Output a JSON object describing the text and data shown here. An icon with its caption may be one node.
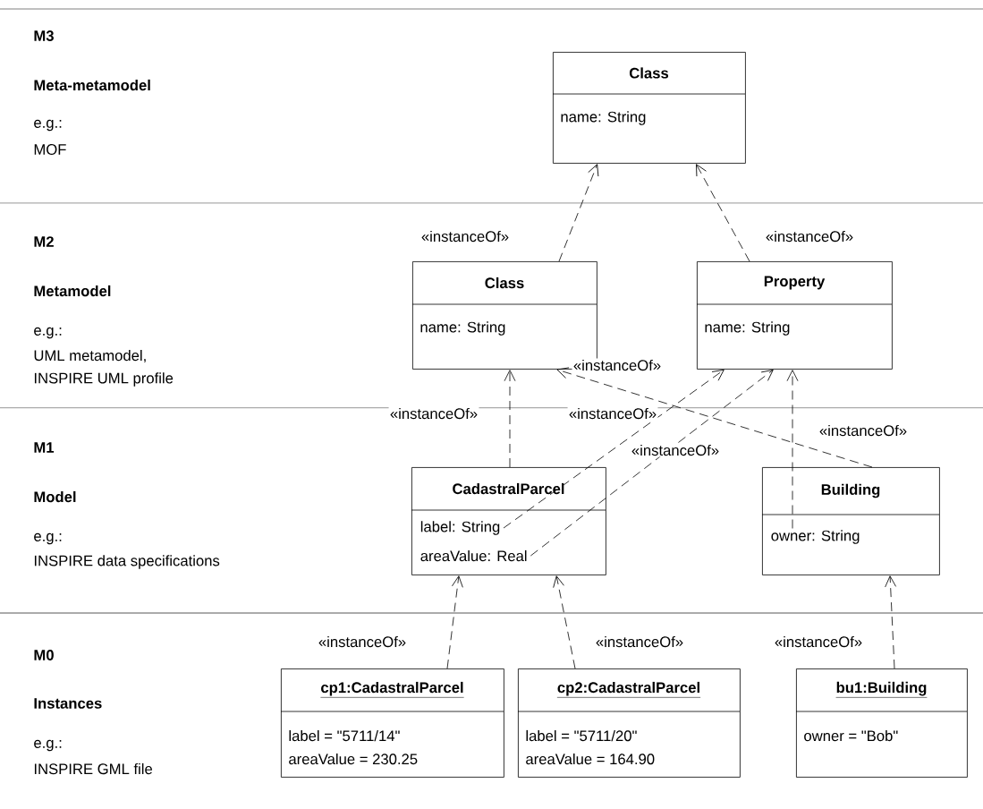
{
  "diagram": {
    "nodes": [
      {
        "text": [
          "Class",
          "name: String"
        ]
      },
      {
        "text": [
          "Class",
          "name: String"
        ]
      },
      {
        "text": [
          "Property",
          "name: String"
        ]
      },
      {
        "text": [
          "CadastralParcel"
        ]
      },
      {
        "text": [
          "label: String"
        ],
        "in": 3
      },
      {
        "text": [
          "areaValue: Real"
        ],
        "in": 3
      },
      {
        "text": [
          "Building"
        ]
      },
      {
        "text": [
          "owner: String"
        ],
        "in": 6
      },
      {
        "text": [
          "cp1:CadastralParcel",
          "label = \"5711/14\"",
          "areaValue = 230.25"
        ]
      },
      {
        "text": [
          "cp2:CadastralParcel",
          "label = \"5711/20\"",
          "areaValue = 164.90"
        ]
      },
      {
        "text": [
          "bu1:Building",
          "owner = \"Bob\""
        ]
      }
    ],
    "edges": [
      {
        "from": 1,
        "to": 0,
        "arrow": "to",
        "style": "dashed",
        "label": "«instanceOf»"
      },
      {
        "from": 2,
        "to": 0,
        "arrow": "to",
        "style": "dashed",
        "label": "«instanceOf»"
      },
      {
        "from": 3,
        "to": 1,
        "arrow": "to",
        "style": "dashed",
        "label": "«instanceOf»"
      },
      {
        "from": 6,
        "to": 1,
        "arrow": "to",
        "style": "dashed",
        "label": "«instanceOf»"
      },
      {
        "from": 4,
        "to": 2,
        "arrow": "to",
        "style": "dashed",
        "label": "«instanceOf»"
      },
      {
        "from": 5,
        "to": 2,
        "arrow": "to",
        "style": "dashed",
        "label": "«instanceOf»"
      },
      {
        "from": 7,
        "to": 2,
        "arrow": "to",
        "style": "dashed",
        "label": "«instanceOf»"
      },
      {
        "from": 8,
        "to": 3,
        "arrow": "to",
        "style": "dashed",
        "label": "«instanceOf»"
      },
      {
        "from": 9,
        "to": 3,
        "arrow": "to",
        "style": "dashed",
        "label": "«instanceOf»"
      },
      {
        "from": 10,
        "to": 6,
        "arrow": "to",
        "style": "dashed",
        "label": "«instanceOf»"
      }
    ],
    "labels": [
      "M3",
      "Meta-metamodel",
      "e.g.:",
      "MOF",
      "M2",
      "Metamodel",
      "e.g.:",
      "UML metamodel,",
      "INSPIRE UML profile",
      "M1",
      "Model",
      "e.g.:",
      "INSPIRE data specifications",
      "M0",
      "Instances",
      "e.g.:",
      "INSPIRE GML file"
    ]
  }
}
